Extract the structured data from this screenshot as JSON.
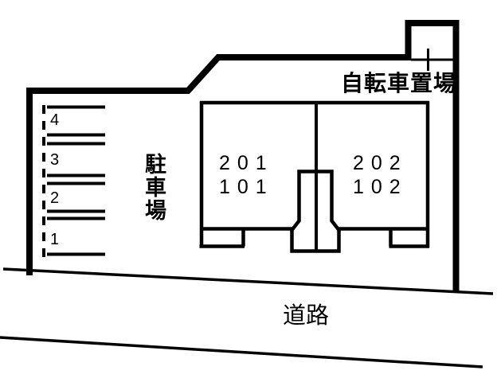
{
  "labels": {
    "bicycle_area": "自転車置場",
    "parking_lot": "駐車場",
    "road": "道路"
  },
  "building": {
    "left_unit": {
      "upper": "201",
      "lower": "101"
    },
    "right_unit": {
      "upper": "202",
      "lower": "102"
    }
  },
  "parking": {
    "spaces": [
      {
        "label": "4"
      },
      {
        "label": "3"
      },
      {
        "label": "2"
      },
      {
        "label": "1"
      }
    ]
  },
  "colors": {
    "line": "#000000",
    "background": "#ffffff"
  }
}
